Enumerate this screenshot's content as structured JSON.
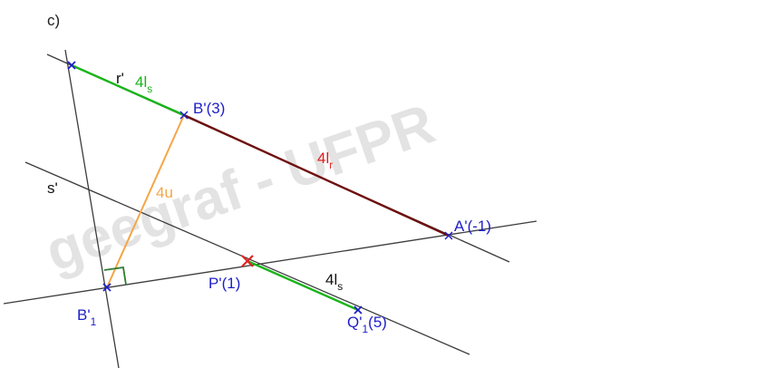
{
  "part_label": "c)",
  "watermark": "geegraf - UFPR",
  "lines": {
    "r_prime": {
      "name": "r'"
    },
    "s_prime": {
      "name": "s'"
    }
  },
  "points": {
    "b_prime": {
      "label": "B'(3)"
    },
    "a_prime": {
      "label": "A'(-1)"
    },
    "p_prime": {
      "label": "P'(1)"
    },
    "b1": {
      "base": "B'",
      "sub": "1"
    },
    "q1": {
      "base": "Q'",
      "sub": "1",
      "suffix": "(5)"
    }
  },
  "measures": {
    "four_ls_top": {
      "base": "4l",
      "sub": "s"
    },
    "four_lr": {
      "base": "4l",
      "sub": "r"
    },
    "four_u": {
      "text": "4u"
    },
    "four_ls_bottom": {
      "base": "4l",
      "sub": "s"
    }
  },
  "colors": {
    "line": "#3c3c3c",
    "point": "#1e1ec8",
    "green": "#19b419",
    "darkred": "#6e0f0f",
    "orange": "#f5a546",
    "red_label": "#e11919",
    "red_mark": "#e12323",
    "right_angle": "#2d7d2d",
    "watermark": "#e3e3e3"
  }
}
